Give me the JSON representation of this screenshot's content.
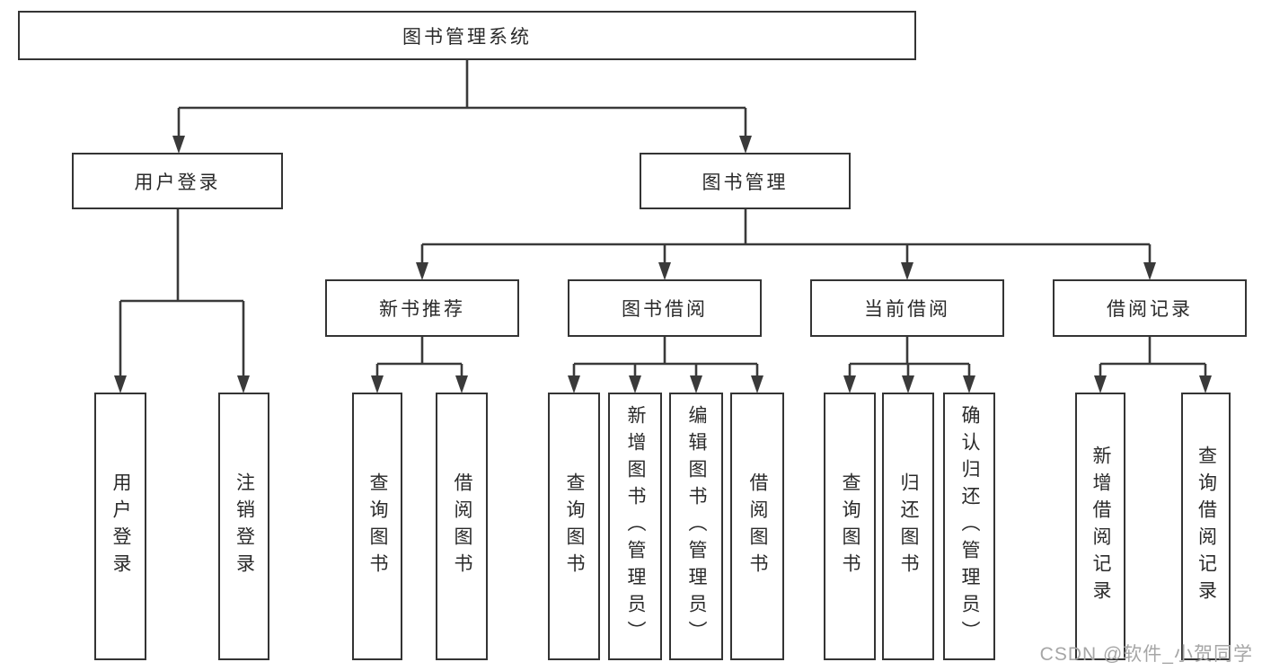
{
  "diagram": {
    "root": {
      "label": "图书管理系统"
    },
    "level2": {
      "user_login": {
        "label": "用户登录"
      },
      "book_management": {
        "label": "图书管理"
      }
    },
    "level3": {
      "new_book_recommendation": {
        "label": "新书推荐"
      },
      "book_borrowing": {
        "label": "图书借阅"
      },
      "current_borrowing": {
        "label": "当前借阅"
      },
      "borrowing_records": {
        "label": "借阅记录"
      }
    },
    "leaves": {
      "user_login_leaf": {
        "label": "用户登录"
      },
      "logout": {
        "label": "注销登录"
      },
      "recommend_query_book": {
        "label": "查询图书"
      },
      "recommend_borrow_book": {
        "label": "借阅图书"
      },
      "borrow_query_book": {
        "label": "查询图书"
      },
      "borrow_add_book": {
        "label": "新增图书（管理员）"
      },
      "borrow_edit_book": {
        "label": "编辑图书（管理员）"
      },
      "borrow_borrow_book": {
        "label": "借阅图书"
      },
      "current_query_book": {
        "label": "查询图书"
      },
      "current_return_book": {
        "label": "归还图书"
      },
      "current_confirm_return": {
        "label": "确认归还（管理员）"
      },
      "records_add_record": {
        "label": "新增借阅记录"
      },
      "records_query_record": {
        "label": "查询借阅记录"
      }
    }
  },
  "watermark": {
    "text": "CSDN @软件_小贺同学"
  },
  "colors": {
    "line": "#3a3a3a",
    "box_border": "#343434",
    "text": "#2a2a2a",
    "watermark": "#a6a6a6",
    "background": "#ffffff"
  }
}
